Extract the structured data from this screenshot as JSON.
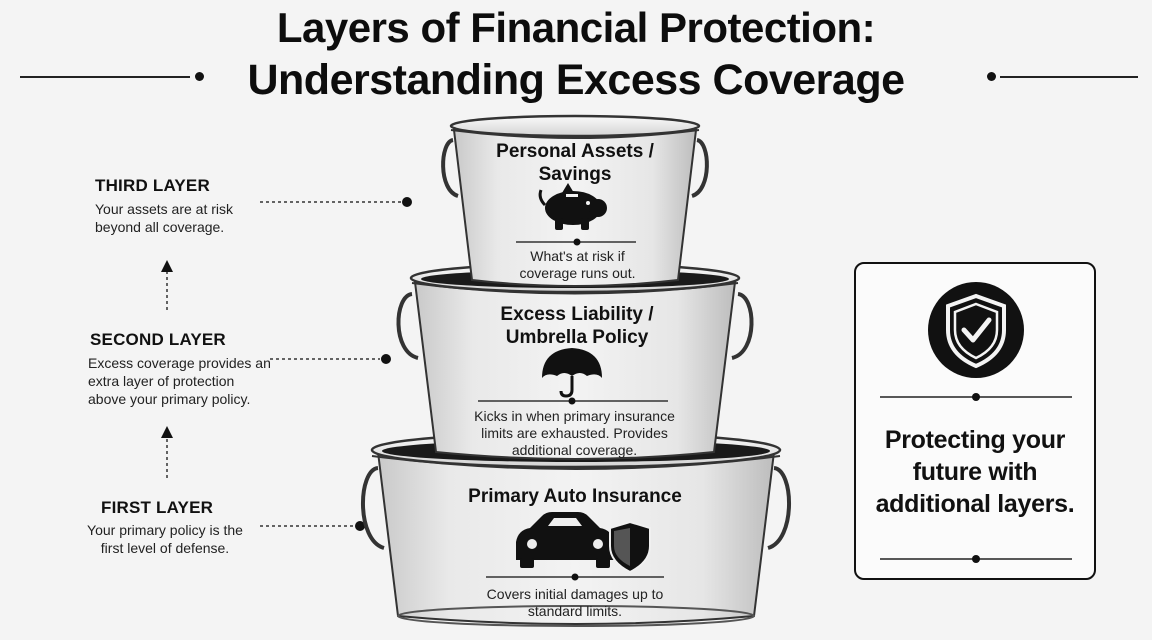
{
  "title": {
    "line1": "Layers of Financial Protection:",
    "line2": "Understanding Excess Coverage"
  },
  "layers": [
    {
      "heading": "THIRD LAYER",
      "description": "Your assets are at risk beyond all coverage."
    },
    {
      "heading": "SECOND LAYER",
      "description": "Excess coverage provides an extra layer of protection above your primary policy."
    },
    {
      "heading": "FIRST LAYER",
      "description": "Your primary policy is the first level of defense."
    }
  ],
  "buckets": [
    {
      "title": "Personal Assets / Savings",
      "icon": "piggy-bank-icon",
      "description": "What's at risk if coverage runs out."
    },
    {
      "title": "Excess Liability / Umbrella Policy",
      "icon": "umbrella-icon",
      "description": "Kicks in when primary insurance limits are exhausted. Provides additional coverage."
    },
    {
      "title": "Primary Auto Insurance",
      "icon": "car-shield-icon",
      "description": "Covers initial damages up to standard limits."
    }
  ],
  "card": {
    "icon": "shield-check-icon",
    "text": "Protecting your future with additional layers."
  },
  "colors": {
    "ink": "#111111",
    "bucket": "#e6e6e6",
    "background": "#f4f4f4"
  }
}
